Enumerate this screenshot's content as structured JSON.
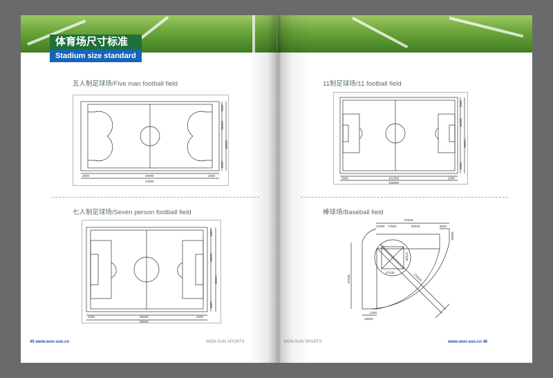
{
  "header": {
    "title_cn": "体育场尺寸标准",
    "title_en": "Stadium size standard"
  },
  "sections": {
    "five": {
      "title": "五人制足球场/Five man football field",
      "dims": [
        "2000",
        "40000",
        "2000",
        "44000",
        "1000",
        "20000",
        "22000",
        "1000"
      ]
    },
    "eleven": {
      "title": "11制足球场/11 football field",
      "dims": [
        "2000",
        "101000",
        "2000",
        "105000",
        "2000",
        "68000",
        "72000",
        "2000"
      ]
    },
    "seven": {
      "title": "七人制足球场/Seven person football field",
      "dims": [
        "2000",
        "65000",
        "2000",
        "69000",
        "1000",
        "45000",
        "47000",
        "1000"
      ]
    },
    "baseball": {
      "title": "棒球场/Baseball field",
      "dims": [
        "97540",
        "12000",
        "17500",
        "60040",
        "8000",
        "18300",
        "27430",
        "27430",
        "123620",
        "97540",
        "1250",
        "18250"
      ]
    }
  },
  "footer": {
    "left_page": "45",
    "left_url": "www.won-sun.cn",
    "left_brand": "WON-SUN SPORTS",
    "right_brand": "WON-SUN SPORTS",
    "right_url": "www.won-sun.cn",
    "right_page": "46"
  }
}
